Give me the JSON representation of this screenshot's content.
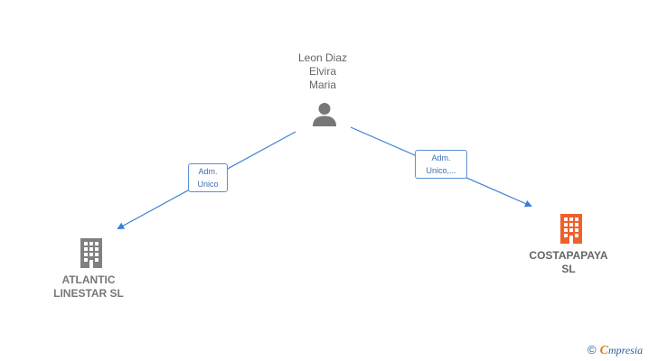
{
  "nodes": {
    "person": {
      "label": "Leon Diaz\nElvira\nMaria"
    },
    "atlantic": {
      "label": "ATLANTIC\nLINESTAR SL"
    },
    "costapapaya": {
      "label": "COSTAPAPAYA\nSL"
    }
  },
  "edges": {
    "to_atlantic": {
      "label": "Adm.\nUnico"
    },
    "to_costapapaya": {
      "label": "Adm.\nUnico,..."
    }
  },
  "brand": {
    "copyright": "©",
    "initial": "C",
    "name": "mpresia"
  },
  "colors": {
    "edge": "#3b7fd4",
    "person": "#777777",
    "company_grey": "#808080",
    "company_highlight": "#f0602b"
  }
}
